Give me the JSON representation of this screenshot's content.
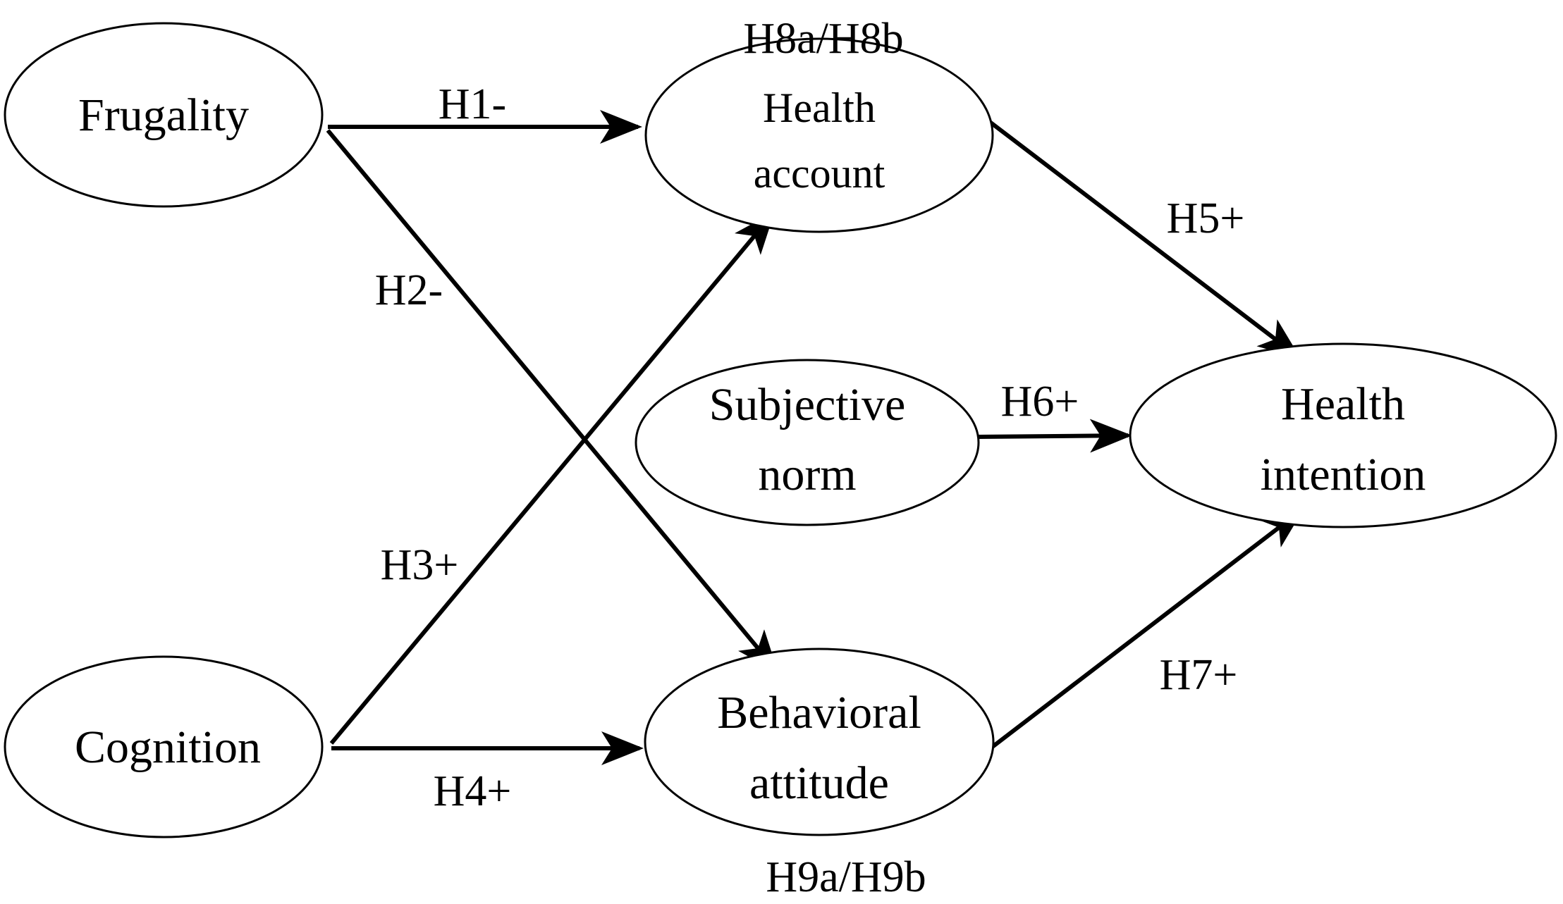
{
  "nodes": {
    "frugality": {
      "label": "Frugality"
    },
    "cognition": {
      "label": "Cognition"
    },
    "health_account": {
      "line1": "Health",
      "line2": "account"
    },
    "subjective_norm": {
      "line1": "Subjective",
      "line2": "norm"
    },
    "behavioral_attitude": {
      "line1": "Behavioral",
      "line2": "attitude"
    },
    "health_intention": {
      "line1": "Health",
      "line2": "intention"
    }
  },
  "edges": {
    "h1": "H1-",
    "h2": "H2-",
    "h3": "H3+",
    "h4": "H4+",
    "h5": "H5+",
    "h6": "H6+",
    "h7": "H7+"
  },
  "annotations": {
    "h8": "H8a/H8b",
    "h9": "H9a/H9b"
  }
}
